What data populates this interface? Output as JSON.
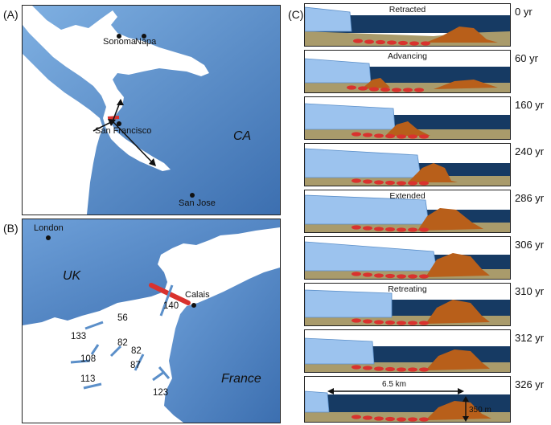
{
  "panels": {
    "a": {
      "label": "(A)",
      "places": {
        "sonoma": "Sonoma",
        "napa": "Napa",
        "san_francisco": "San Francisco",
        "san_jose": "San Jose"
      },
      "region": "CA"
    },
    "b": {
      "label": "(B)",
      "places": {
        "london": "London",
        "calais": "Calais"
      },
      "countries": {
        "uk": "UK",
        "france": "France"
      },
      "values": [
        "140",
        "56",
        "133",
        "82",
        "82",
        "108",
        "87",
        "113",
        "123"
      ]
    },
    "c": {
      "label": "(C)",
      "stages": [
        {
          "name": "Retracted",
          "time": "0 yr"
        },
        {
          "name": "Advancing",
          "time": "60 yr"
        },
        {
          "name": "",
          "time": "160 yr"
        },
        {
          "name": "",
          "time": "240 yr"
        },
        {
          "name": "Extended",
          "time": "286 yr"
        },
        {
          "name": "",
          "time": "306 yr"
        },
        {
          "name": "Retreating",
          "time": "310 yr"
        },
        {
          "name": "",
          "time": "312 yr"
        },
        {
          "name": "",
          "time": "326 yr"
        }
      ],
      "length_label": "6.5 km",
      "height_label": "350 m"
    }
  },
  "colors": {
    "ocean": "#6b9fd6",
    "ocean_dark": "#3c6fb0",
    "ice": "#9cc3ee",
    "deep_water": "#163a63",
    "sediment": "#b85f1a",
    "bedrock": "#a99b6b",
    "marker": "#d9322e",
    "arrow": "#5b8fc9"
  }
}
